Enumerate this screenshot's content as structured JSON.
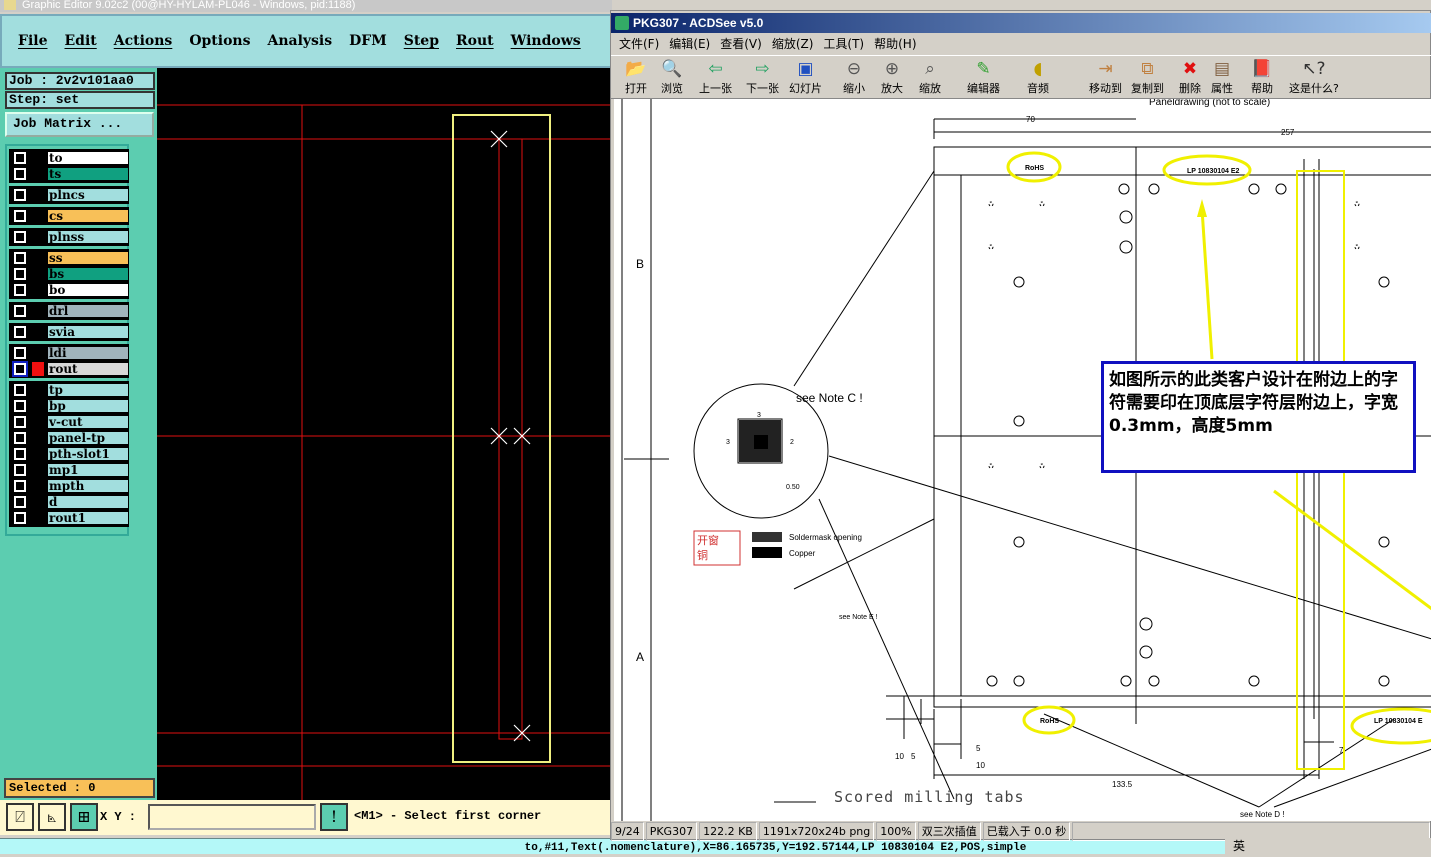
{
  "graphic_editor": {
    "title": "Graphic Editor 9.02c2 (00@HY-HYLAM-PL046 - Windows, pid:1188)",
    "menu": [
      "File",
      "Edit",
      "Actions",
      "Options",
      "Analysis",
      "DFM",
      "Step",
      "Rout",
      "Windows"
    ],
    "job": "Job : 2v2v101aa0",
    "step": "Step: set",
    "job_matrix": "Job Matrix ...",
    "layers": [
      {
        "name": "to",
        "color": "#ffffff"
      },
      {
        "name": "ts",
        "color": "#10a080"
      },
      {
        "name": "plncs",
        "color": "#a2dede"
      },
      {
        "name": "cs",
        "color": "#f8c058"
      },
      {
        "name": "plnss",
        "color": "#a2dede"
      },
      {
        "name": "ss",
        "color": "#f8c058"
      },
      {
        "name": "bs",
        "color": "#10a080"
      },
      {
        "name": "bo",
        "color": "#ffffff"
      },
      {
        "name": "drl",
        "color": "#a0b4bc"
      },
      {
        "name": "svia",
        "color": "#a2dede"
      },
      {
        "name": "ldi",
        "color": "#a0b4bc"
      },
      {
        "name": "rout",
        "color": "#d8d8d8"
      },
      {
        "name": "tp",
        "color": "#a2dede"
      },
      {
        "name": "bp",
        "color": "#a2dede"
      },
      {
        "name": "v-cut",
        "color": "#a2dede"
      },
      {
        "name": "panel-tp",
        "color": "#a2dede"
      },
      {
        "name": "pth-slot1",
        "color": "#a2dede"
      },
      {
        "name": "mp1",
        "color": "#a2dede"
      },
      {
        "name": "mpth",
        "color": "#a2dede"
      },
      {
        "name": "d",
        "color": "#a2dede"
      },
      {
        "name": "rout1",
        "color": "#a2dede"
      }
    ],
    "selected": "Selected : 0",
    "xy_label": "X Y :",
    "xy_value": "",
    "prompt": "<M1> - Select first corner",
    "status_line": "to,#11,Text(.nomenclature),X=86.165735,Y=192.57144,LP 10830104 E2,POS,simple"
  },
  "acdsee": {
    "title": "PKG307 - ACDSee v5.0",
    "menu": [
      "文件(F)",
      "编辑(E)",
      "查看(V)",
      "缩放(Z)",
      "工具(T)",
      "帮助(H)"
    ],
    "toolbar": [
      {
        "label": "打开",
        "icon": "open-folder-icon"
      },
      {
        "label": "浏览",
        "icon": "browse-icon"
      },
      {
        "label": "上一张",
        "icon": "prev-icon"
      },
      {
        "label": "下一张",
        "icon": "next-icon"
      },
      {
        "label": "幻灯片",
        "icon": "slideshow-icon"
      },
      {
        "label": "缩小",
        "icon": "zoom-out-icon"
      },
      {
        "label": "放大",
        "icon": "zoom-in-icon"
      },
      {
        "label": "缩放",
        "icon": "zoom-icon"
      },
      {
        "label": "编辑器",
        "icon": "editor-icon"
      },
      {
        "label": "音频",
        "icon": "audio-icon"
      },
      {
        "label": "移动到",
        "icon": "move-icon"
      },
      {
        "label": "复制到",
        "icon": "copy-icon"
      },
      {
        "label": "删除",
        "icon": "delete-icon"
      },
      {
        "label": "属性",
        "icon": "properties-icon"
      },
      {
        "label": "帮助",
        "icon": "help-book-icon"
      },
      {
        "label": "这是什么?",
        "icon": "whats-this-icon"
      }
    ],
    "status": [
      "9/24",
      "PKG307",
      "122.2 KB",
      "1191x720x24b png",
      "100%",
      "双三次插值",
      "已载入于 0.0 秒"
    ],
    "drawing": {
      "header": "Paneldrawing (not to scale)",
      "row_labels": [
        "B",
        "A"
      ],
      "dims": {
        "d70": "70",
        "d257": "257",
        "d3a": "3",
        "d3b": "3",
        "d2": "2",
        "d050": "0.50",
        "d10a": "10",
        "d5a": "5",
        "d5b": "5",
        "d10b": "10",
        "d1335": "133.5",
        "d7": "7"
      },
      "rohs": "RoHS",
      "lp": "LP 10830104  E2",
      "lp_bottom": "LP 10830104  E",
      "note_c": "see Note C !",
      "note_e": "see Note E !",
      "note_d": "see Note D !",
      "legend_solder": "Soldermask opening",
      "legend_copper": "Copper",
      "stamp": [
        "开窗",
        "铜"
      ],
      "scored": "Scored milling tabs",
      "annotation": "如图所示的此类客户设计在附边上的字符需要印在顶底层字符层附边上，字宽0.3mm，高度5mm"
    }
  },
  "taskbar": {
    "tray": "英"
  }
}
